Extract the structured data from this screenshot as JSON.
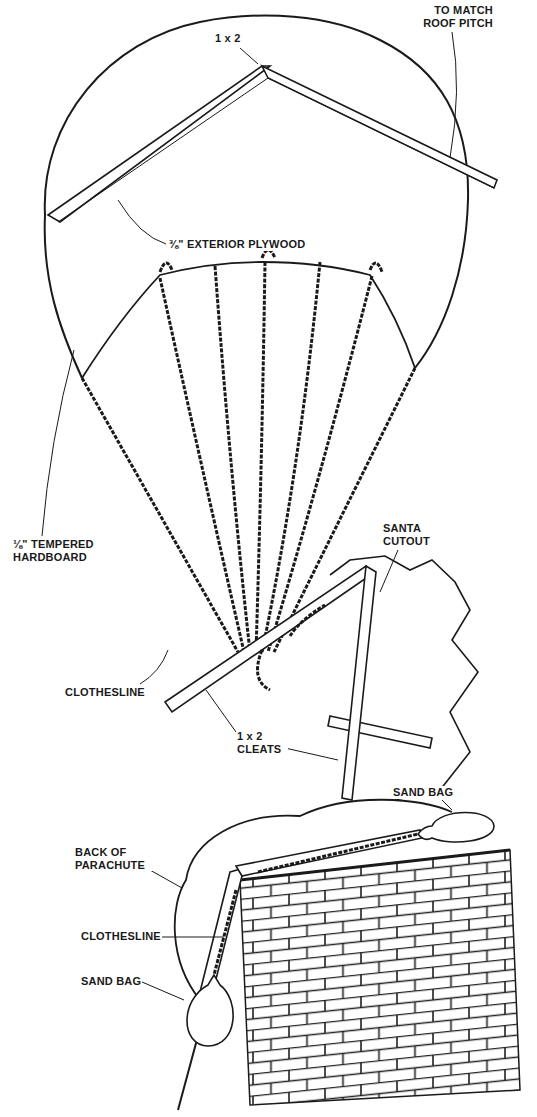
{
  "diagram": {
    "labels": [
      "TO MATCH ROOF PITCH",
      "1 x 2",
      "⅜\" EXTERIOR PLYWOOD",
      "⅛\" TEMPERED HARDBOARD",
      "CLOTHESLINE",
      "SANTA CUTOUT",
      "1 x 2 CLEATS",
      "BACK OF PARACHUTE",
      "SAND BAG",
      "CLOTHESLINE",
      "SAND BAG"
    ]
  }
}
